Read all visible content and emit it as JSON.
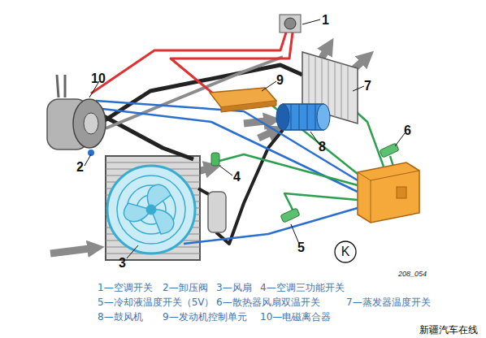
{
  "diagram": {
    "nodes": [
      {
        "text": [
          "K"
        ]
      }
    ],
    "labels": [
      "1",
      "10",
      "9",
      "7",
      "2",
      "8",
      "6",
      "4",
      "3",
      "5",
      "208_054",
      "1—空调开关",
      "2—卸压阀",
      "3—风扇",
      "4—空调三功能开关",
      "5—冷却液温度开关（5V）",
      "6—散热器风扇双温开关",
      "7—蒸发器温度开关",
      "8—鼓风机",
      "9—发动机控制单元",
      "10—电磁离合器",
      "新疆汽车在线"
    ]
  }
}
